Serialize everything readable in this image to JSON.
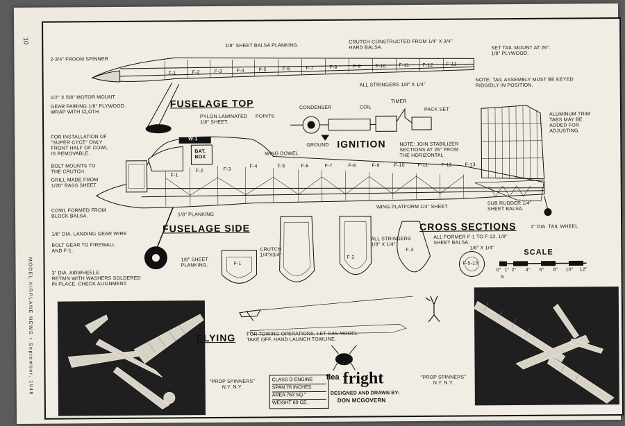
{
  "page_number": "10",
  "side_credit": "MODEL AIRPLANE NEWS • September, 1948",
  "headings": {
    "fuselage_top": "FUSELAGE TOP",
    "fuselage_side": "FUSELAGE SIDE",
    "ignition": "IGNITION",
    "cross_sections": "CROSS SECTIONS",
    "scale": "SCALE",
    "flying": "FLYING"
  },
  "notes": {
    "spinner": "2-3/4\" FROOM SPINNER",
    "sheet_planking": "1/8\" SHEET BALSA PLANKING.",
    "crutch": "CRUTCH CONSTRUCTED FROM 1/4\" X 3/4\"\nHARD BALSA.",
    "tail_mount": "SET TAIL MOUNT AT 26°.\n1/8\" PLYWOOD.",
    "tail_note": "NOTE: TAIL ASSEMBLY MUST BE KEYED\nRIDGIDLY IN POSITION.",
    "stringers_top": "ALL STRINGERS 1/8\" X 1/4\"",
    "motor_mount": "1/2\" X 5/8\" MOTOR MOUNT",
    "gear_fairing": "GEAR FAIRING 1/8\" PLYWOOD.\nWRAP WITH CLOTH",
    "pylon": "PYLON LAMINATED\n1/8\" SHEET.",
    "points": "POINTS",
    "condenser": "CONDENSER",
    "coil": "COIL",
    "timer": "TIMER",
    "pack_set": "PACK SET",
    "ground": "GROUND",
    "stab_note": "NOTE: JOIN STABILIZER\nSECTIONS AT 26° FROM\nTHE HORIZONTAL",
    "trim_tabs": "ALUMINUM TRIM\nTABS MAY BE\nADDED FOR\nADJUSTING.",
    "super_cycle": "FOR INSTALLATION OF\n\"SUPER CYCE\" ONLY\nFRONT HALF OF COWL\nIS REMOVABLE.",
    "wing_dowel": "WING DOWEL",
    "bolt_crutch": "BOLT MOUNTS TO\nTHE CRUTCH.",
    "grill": "GRILL MADE FROM\n1/20\" BASS SHEET",
    "cowl": "COWL FORMED FROM\nBLOCK BALSA.",
    "planking_side": "1/8\" PLANKING",
    "wing_platform": "WING PLATFORM 1/4\" SHEET",
    "sub_rudder": "SUB RUDDER 1/4\"\nSHEET BALSA.",
    "landing_gear": "1/8\" DIA. LANDING GEAR WIRE",
    "bolt_gear": "BOLT GEAR TO FIREWALL\nAND F-1.",
    "airwheels": "3\" DIA. AIRWHEELS\nRETAIN WITH WASHERS SOLDERED\nIN PLACE. CHECK ALIGNMENT.",
    "sheet_planking_cs": "1/8\" SHEET\nPLANKING.",
    "crutch_cs": "CRUTCH\n1/4\"X3/4\"",
    "all_stringers_cs": "ALL STRINGERS\n1/8\" X 1/4\"",
    "former_note": "ALL FORMER F-1 TO F-13, 1/8\"\nSHEET BALSA.",
    "former_size": "1/8\" X 1/4\"",
    "tail_wheel": "1\" DIA. TAIL WHEEL",
    "towing": "FOR TOWING OPERATIONS, LET GAS MODEL\nTAKE OFF, HAND LAUNCH TOWLINE.",
    "prop_left": "\"PROP SPINNERS\"\nN.Y. N.Y.",
    "prop_right": "\"PROP SPINNERS\"\nN.Y. N.Y."
  },
  "former_labels": [
    "F-1",
    "F-2",
    "F-3",
    "F-4",
    "F-5",
    "F-6",
    "F-7",
    "F-8",
    "F-9",
    "F-10",
    "F-11",
    "F-12",
    "F-13"
  ],
  "side_former_labels": [
    "F-1",
    "F-2",
    "F-3",
    "F-4",
    "F-5",
    "F-6",
    "F-7",
    "F-8",
    "F-9",
    "F-10",
    "F-11",
    "F-12",
    "F-13"
  ],
  "box_labels": {
    "w1": "W-1",
    "bat_box": "BAT.\nBOX"
  },
  "cross_section_labels": [
    "F-1",
    "F-2",
    "F-3",
    "F-5-13"
  ],
  "scale_ticks": [
    "0\"",
    "1\"",
    "2\"",
    "4\"",
    "6\"",
    "8\"",
    "10\"",
    "12\""
  ],
  "scale_sub": ".5",
  "specs": {
    "engine": "CLASS D ENGINE",
    "span": "SPAN 78 INCHES",
    "area": "AREA 763 SQ.\"",
    "weight": "WEIGHT 60 OZ."
  },
  "title": {
    "prefix": "flea",
    "name": "fright",
    "designed_by": "DESIGNED AND DRAWN BY:",
    "designer": "DON MCGOVERN"
  }
}
